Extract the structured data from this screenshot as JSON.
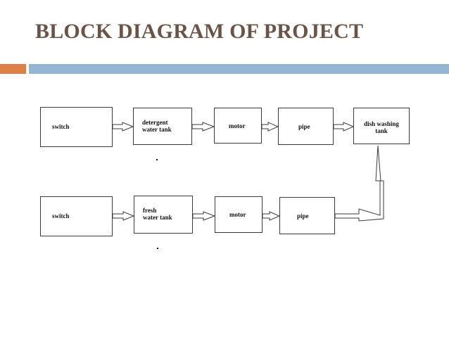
{
  "title": "BLOCK DIAGRAM OF PROJECT",
  "colors": {
    "title": "#6b5446",
    "accent_bar": "#dd8047",
    "rule_bar": "#94b6d2",
    "block_border": "#3a3a3a"
  },
  "diagram": {
    "row1": {
      "switch": "switch",
      "tank": "detergent\nwater tank",
      "motor": "motor",
      "pipe": "pipe",
      "destination": "dish washing\ntank"
    },
    "row2": {
      "switch": "switch",
      "tank": "fresh\nwater tank",
      "motor": "motor",
      "pipe": "pipe"
    }
  }
}
